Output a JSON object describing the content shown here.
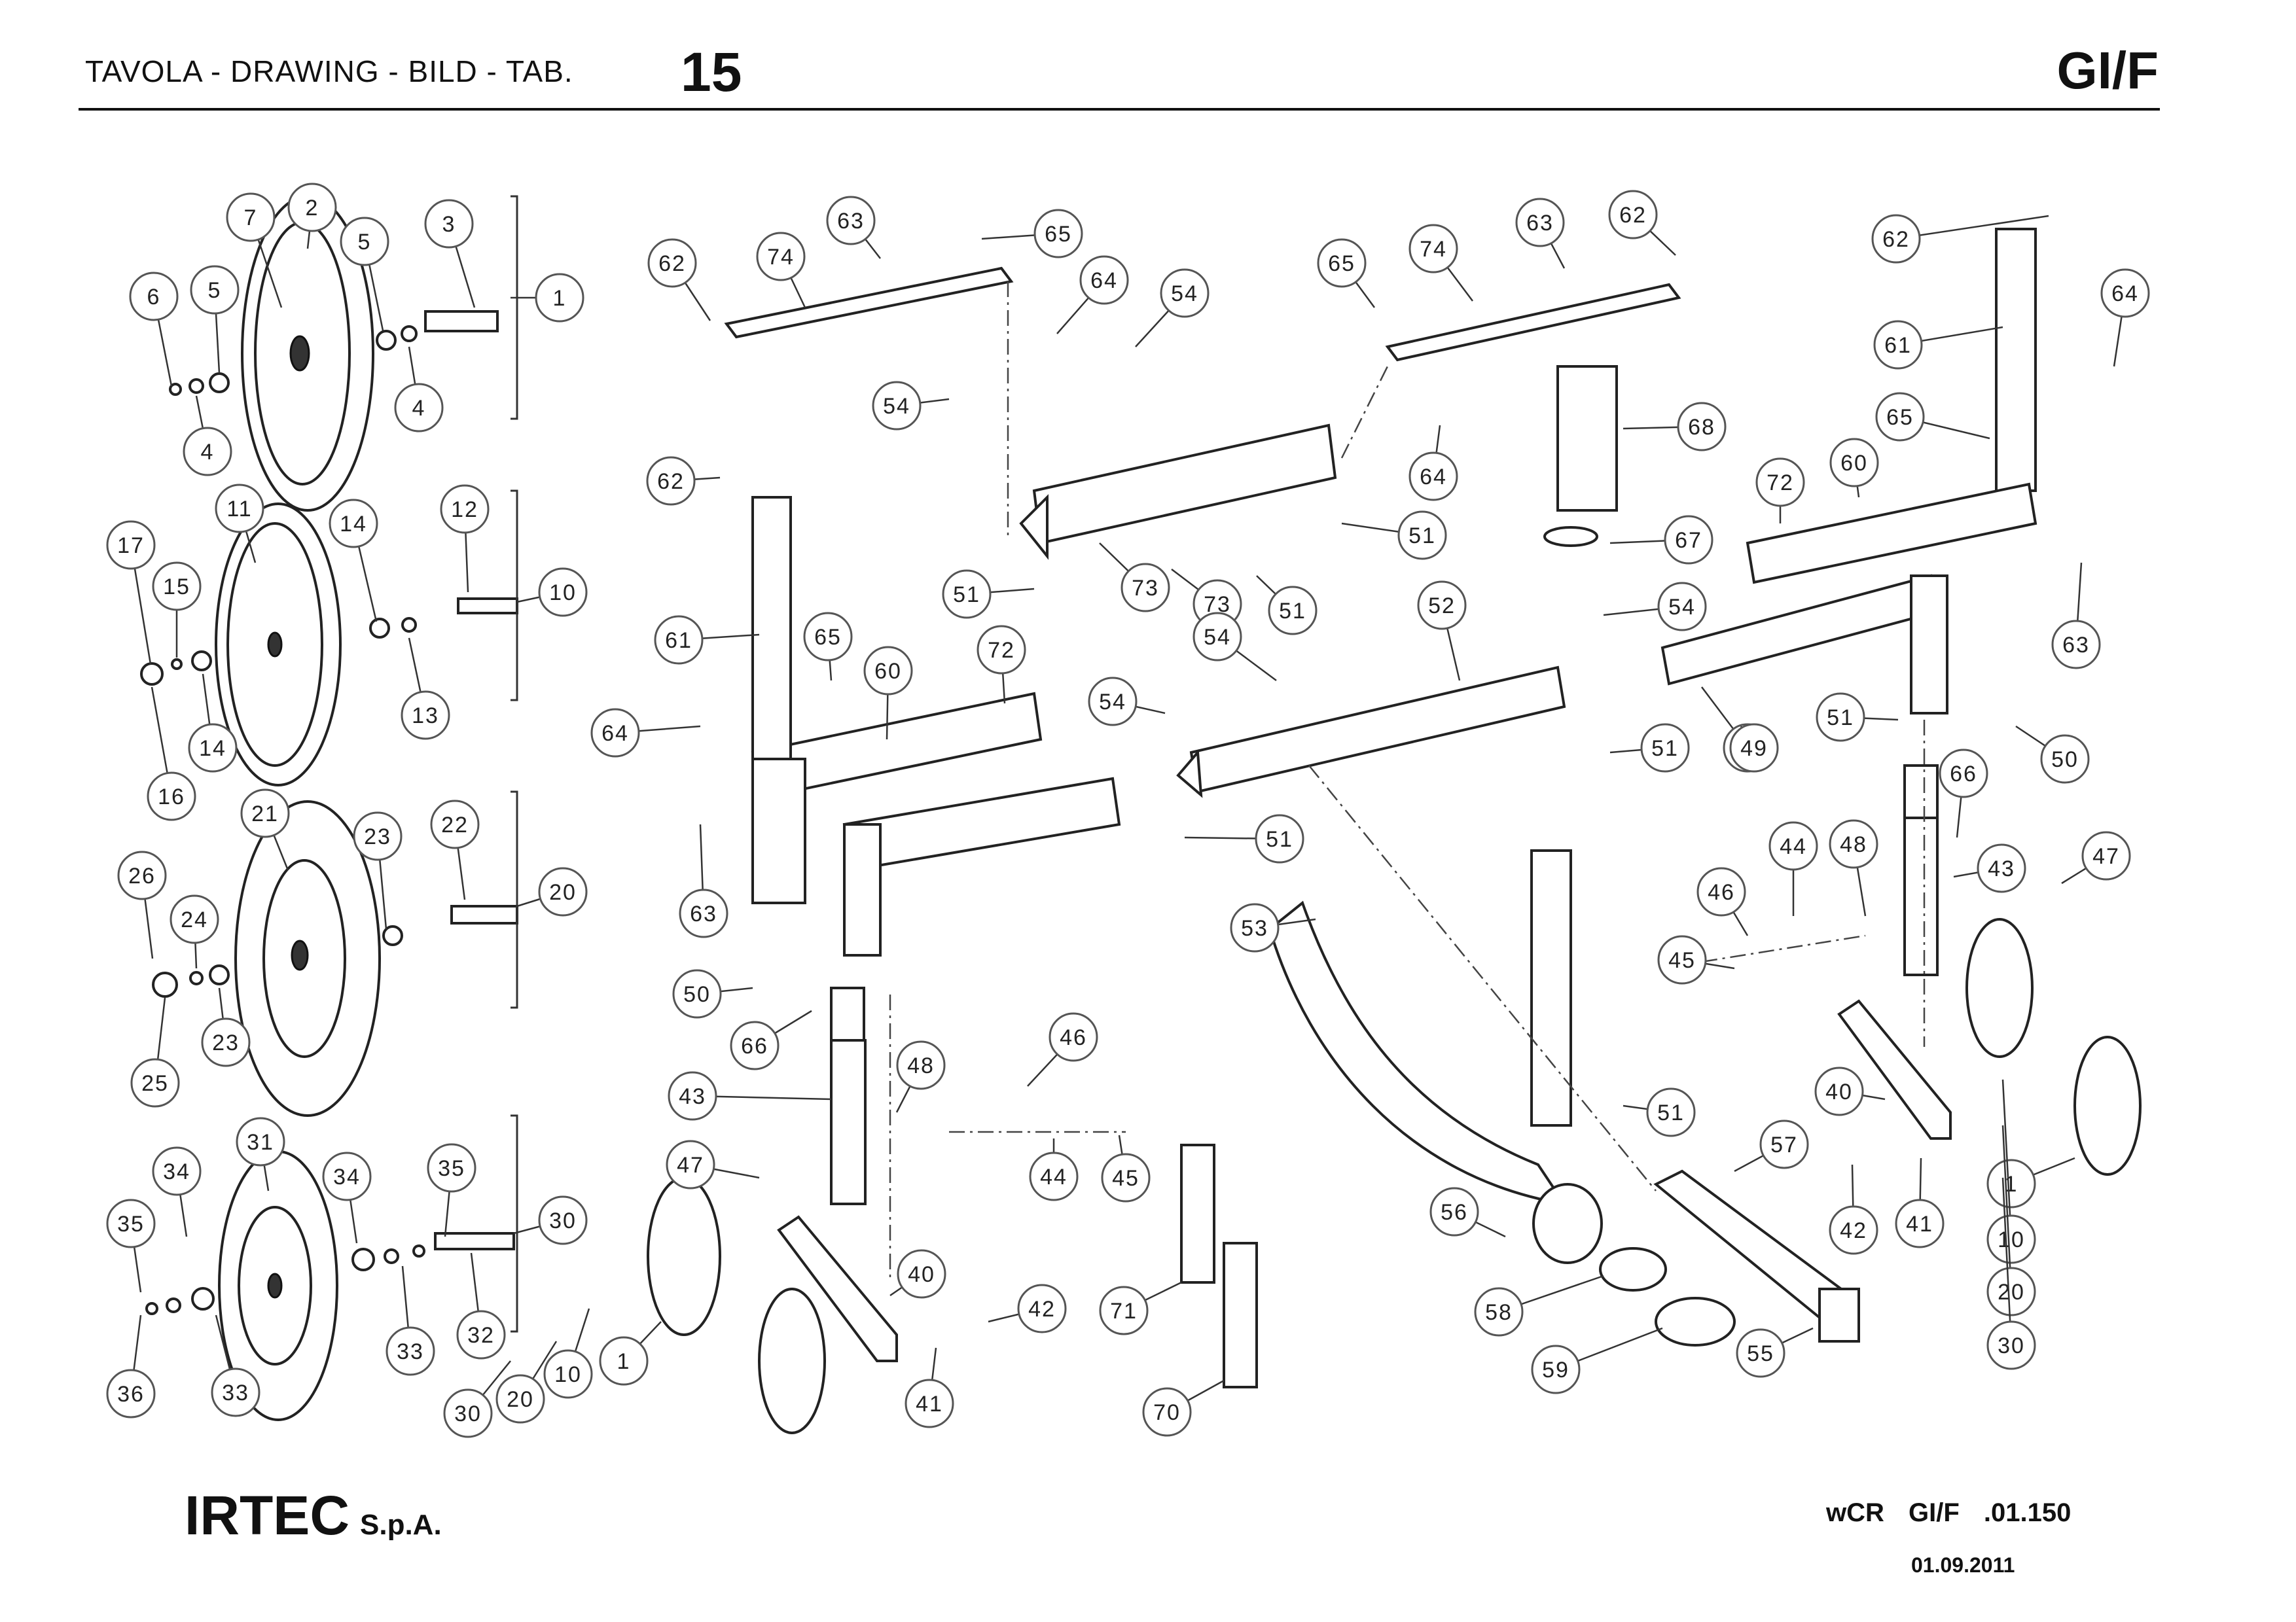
{
  "header": {
    "caption": "TAVOLA - DRAWING - BILD - TAB.",
    "table_number": "15",
    "model": "GI/F"
  },
  "footer": {
    "company": "IRTEC",
    "company_suffix": "S.p.A.",
    "code": "wCR GI/F .01.150",
    "date": "01.09.2011"
  },
  "callouts": [
    {
      "label": "7"
    },
    {
      "label": "2"
    },
    {
      "label": "5"
    },
    {
      "label": "3"
    },
    {
      "label": "6"
    },
    {
      "label": "5"
    },
    {
      "label": "1"
    },
    {
      "label": "4"
    },
    {
      "label": "4"
    },
    {
      "label": "11"
    },
    {
      "label": "14"
    },
    {
      "label": "12"
    },
    {
      "label": "17"
    },
    {
      "label": "15"
    },
    {
      "label": "10"
    },
    {
      "label": "13"
    },
    {
      "label": "14"
    },
    {
      "label": "16"
    },
    {
      "label": "21"
    },
    {
      "label": "23"
    },
    {
      "label": "22"
    },
    {
      "label": "26"
    },
    {
      "label": "24"
    },
    {
      "label": "20"
    },
    {
      "label": "23"
    },
    {
      "label": "25"
    },
    {
      "label": "31"
    },
    {
      "label": "34"
    },
    {
      "label": "34"
    },
    {
      "label": "35"
    },
    {
      "label": "35"
    },
    {
      "label": "30"
    },
    {
      "label": "33"
    },
    {
      "label": "32"
    },
    {
      "label": "36"
    },
    {
      "label": "33"
    },
    {
      "label": "63"
    },
    {
      "label": "65"
    },
    {
      "label": "62"
    },
    {
      "label": "74"
    },
    {
      "label": "64"
    },
    {
      "label": "54"
    },
    {
      "label": "54"
    },
    {
      "label": "73"
    },
    {
      "label": "62"
    },
    {
      "label": "61"
    },
    {
      "label": "65"
    },
    {
      "label": "60"
    },
    {
      "label": "72"
    },
    {
      "label": "64"
    },
    {
      "label": "51"
    },
    {
      "label": "73"
    },
    {
      "label": "51"
    },
    {
      "label": "54"
    },
    {
      "label": "54"
    },
    {
      "label": "52"
    },
    {
      "label": "63"
    },
    {
      "label": "49"
    },
    {
      "label": "51"
    },
    {
      "label": "50"
    },
    {
      "label": "51"
    },
    {
      "label": "53"
    },
    {
      "label": "66"
    },
    {
      "label": "48"
    },
    {
      "label": "46"
    },
    {
      "label": "43"
    },
    {
      "label": "47"
    },
    {
      "label": "44"
    },
    {
      "label": "45"
    },
    {
      "label": "40"
    },
    {
      "label": "42"
    },
    {
      "label": "41"
    },
    {
      "label": "1"
    },
    {
      "label": "10"
    },
    {
      "label": "20"
    },
    {
      "label": "30"
    },
    {
      "label": "71"
    },
    {
      "label": "70"
    },
    {
      "label": "65"
    },
    {
      "label": "74"
    },
    {
      "label": "63"
    },
    {
      "label": "62"
    },
    {
      "label": "68"
    },
    {
      "label": "64"
    },
    {
      "label": "51"
    },
    {
      "label": "67"
    },
    {
      "label": "54"
    },
    {
      "label": "62"
    },
    {
      "label": "61"
    },
    {
      "label": "64"
    },
    {
      "label": "65"
    },
    {
      "label": "72"
    },
    {
      "label": "60"
    },
    {
      "label": "63"
    },
    {
      "label": "51"
    },
    {
      "label": "49"
    },
    {
      "label": "50"
    },
    {
      "label": "66"
    },
    {
      "label": "44"
    },
    {
      "label": "48"
    },
    {
      "label": "47"
    },
    {
      "label": "46"
    },
    {
      "label": "43"
    },
    {
      "label": "45"
    },
    {
      "label": "40"
    },
    {
      "label": "51"
    },
    {
      "label": "57"
    },
    {
      "label": "56"
    },
    {
      "label": "42"
    },
    {
      "label": "41"
    },
    {
      "label": "1"
    },
    {
      "label": "10"
    },
    {
      "label": "20"
    },
    {
      "label": "30"
    },
    {
      "label": "58"
    },
    {
      "label": "59"
    },
    {
      "label": "55"
    }
  ]
}
